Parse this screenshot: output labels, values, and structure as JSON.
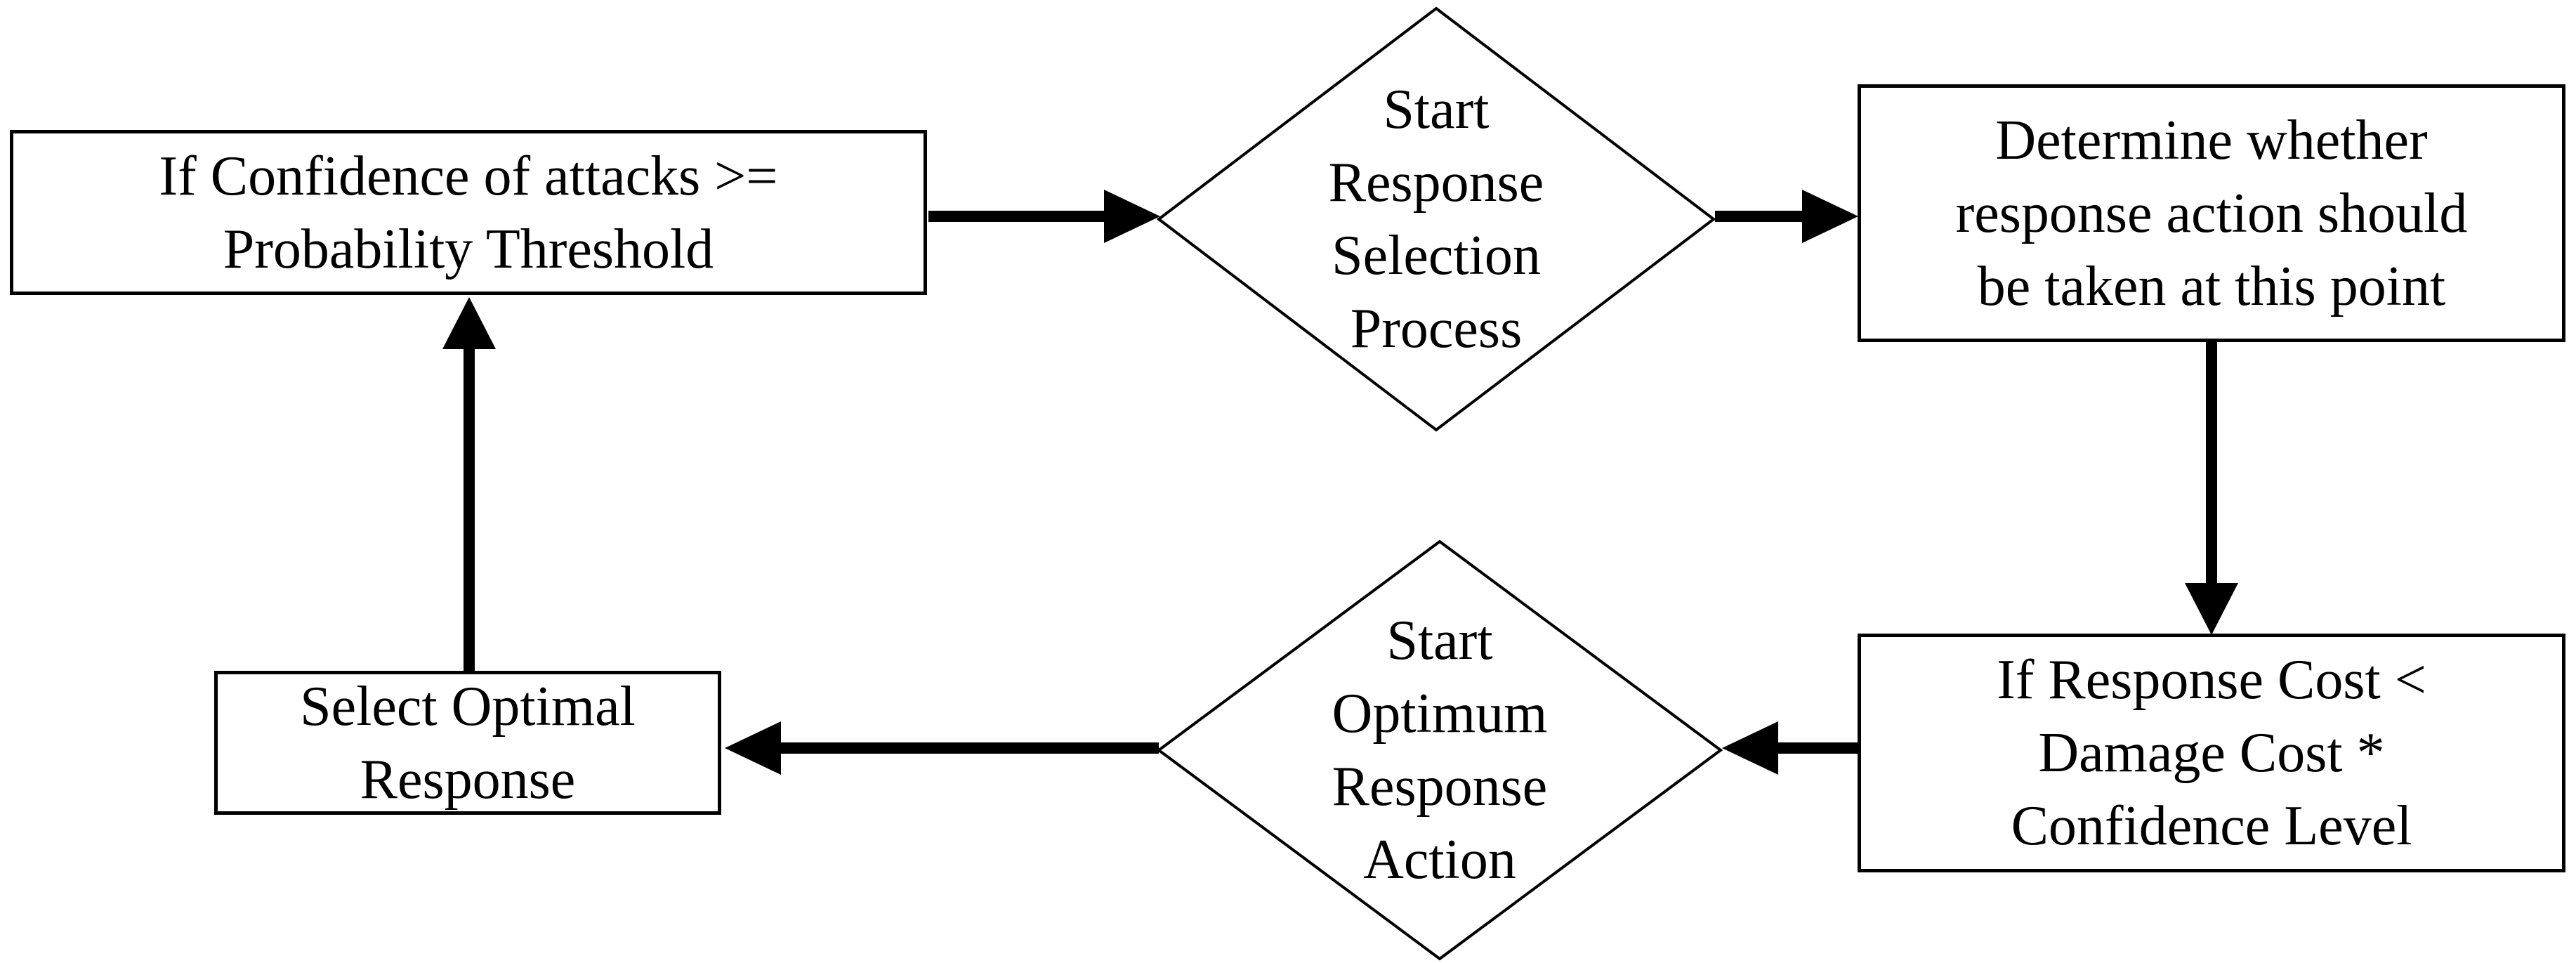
{
  "diagram": {
    "type": "flowchart",
    "background_color": "#ffffff",
    "stroke_color": "#000000",
    "node_fill_color": "#ffffff",
    "nodes": {
      "confidence_check": {
        "shape": "rectangle",
        "label": "If Confidence of attacks >=\nProbability Threshold"
      },
      "start_response_selection": {
        "shape": "diamond",
        "label": "Start\nResponse\nSelection\nProcess"
      },
      "determine_action": {
        "shape": "rectangle",
        "label": "Determine whether\nresponse action should\nbe taken at this point"
      },
      "response_cost_check": {
        "shape": "rectangle",
        "label": "If Response Cost <\nDamage Cost *\nConfidence Level"
      },
      "start_optimum_response": {
        "shape": "diamond",
        "label": "Start\nOptimum\nResponse\nAction"
      },
      "select_optimal_response": {
        "shape": "rectangle",
        "label": "Select Optimal\nResponse"
      }
    },
    "edges": [
      {
        "from": "confidence_check",
        "to": "start_response_selection",
        "direction": "right"
      },
      {
        "from": "start_response_selection",
        "to": "determine_action",
        "direction": "right"
      },
      {
        "from": "determine_action",
        "to": "response_cost_check",
        "direction": "down"
      },
      {
        "from": "response_cost_check",
        "to": "start_optimum_response",
        "direction": "left"
      },
      {
        "from": "start_optimum_response",
        "to": "select_optimal_response",
        "direction": "left"
      },
      {
        "from": "select_optimal_response",
        "to": "confidence_check",
        "direction": "up"
      }
    ]
  }
}
